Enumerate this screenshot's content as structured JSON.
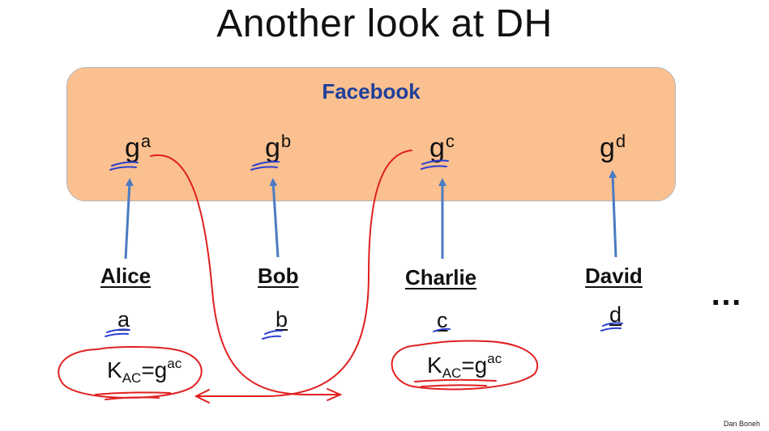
{
  "slide": {
    "title": "Another look at DH",
    "credit": "Dan Boneh",
    "ellipsis": "…"
  },
  "server": {
    "label": "Facebook",
    "public_values": [
      {
        "base": "g",
        "exp": "a"
      },
      {
        "base": "g",
        "exp": "b"
      },
      {
        "base": "g",
        "exp": "c"
      },
      {
        "base": "g",
        "exp": "d"
      }
    ]
  },
  "parties": [
    {
      "name": "Alice",
      "secret": "a"
    },
    {
      "name": "Bob",
      "secret": "b"
    },
    {
      "name": "Charlie",
      "secret": "c"
    },
    {
      "name": "David",
      "secret": "d"
    }
  ],
  "shared_keys": [
    {
      "k": "K",
      "sub": "AC",
      "eq": "=g",
      "exp": "ac"
    },
    {
      "k": "K",
      "sub": "AC",
      "eq": "=g",
      "exp": "ac"
    }
  ],
  "colors": {
    "box_fill": "#fbc08f",
    "label_blue": "#1f3f9a",
    "arrow_blue": "#4a7cc2",
    "ink_red": "#e02020",
    "ink_blue": "#2a3fcf"
  }
}
